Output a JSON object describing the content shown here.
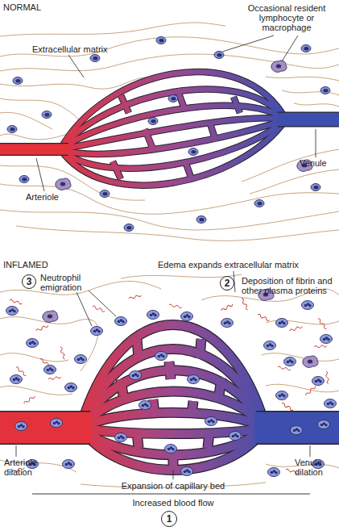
{
  "diagram": {
    "nodes": [
      {
        "text": [
          "3"
        ]
      },
      {
        "text": [
          "2"
        ]
      },
      {
        "text": [
          "1"
        ]
      }
    ],
    "labels": [
      "NORMAL",
      "Extracellular matrix",
      "Occasional resident lymphocyte or macrophage",
      "Arteriole",
      "Venule",
      "INFLAMED",
      "Edema expands extracellular matrix",
      "Neutrophil emigration",
      "Deposition of fibrin and other plasma proteins",
      "Arteriole dilation",
      "Expansion of capillary bed",
      "Venule dilation",
      "Increased blood flow"
    ]
  }
}
